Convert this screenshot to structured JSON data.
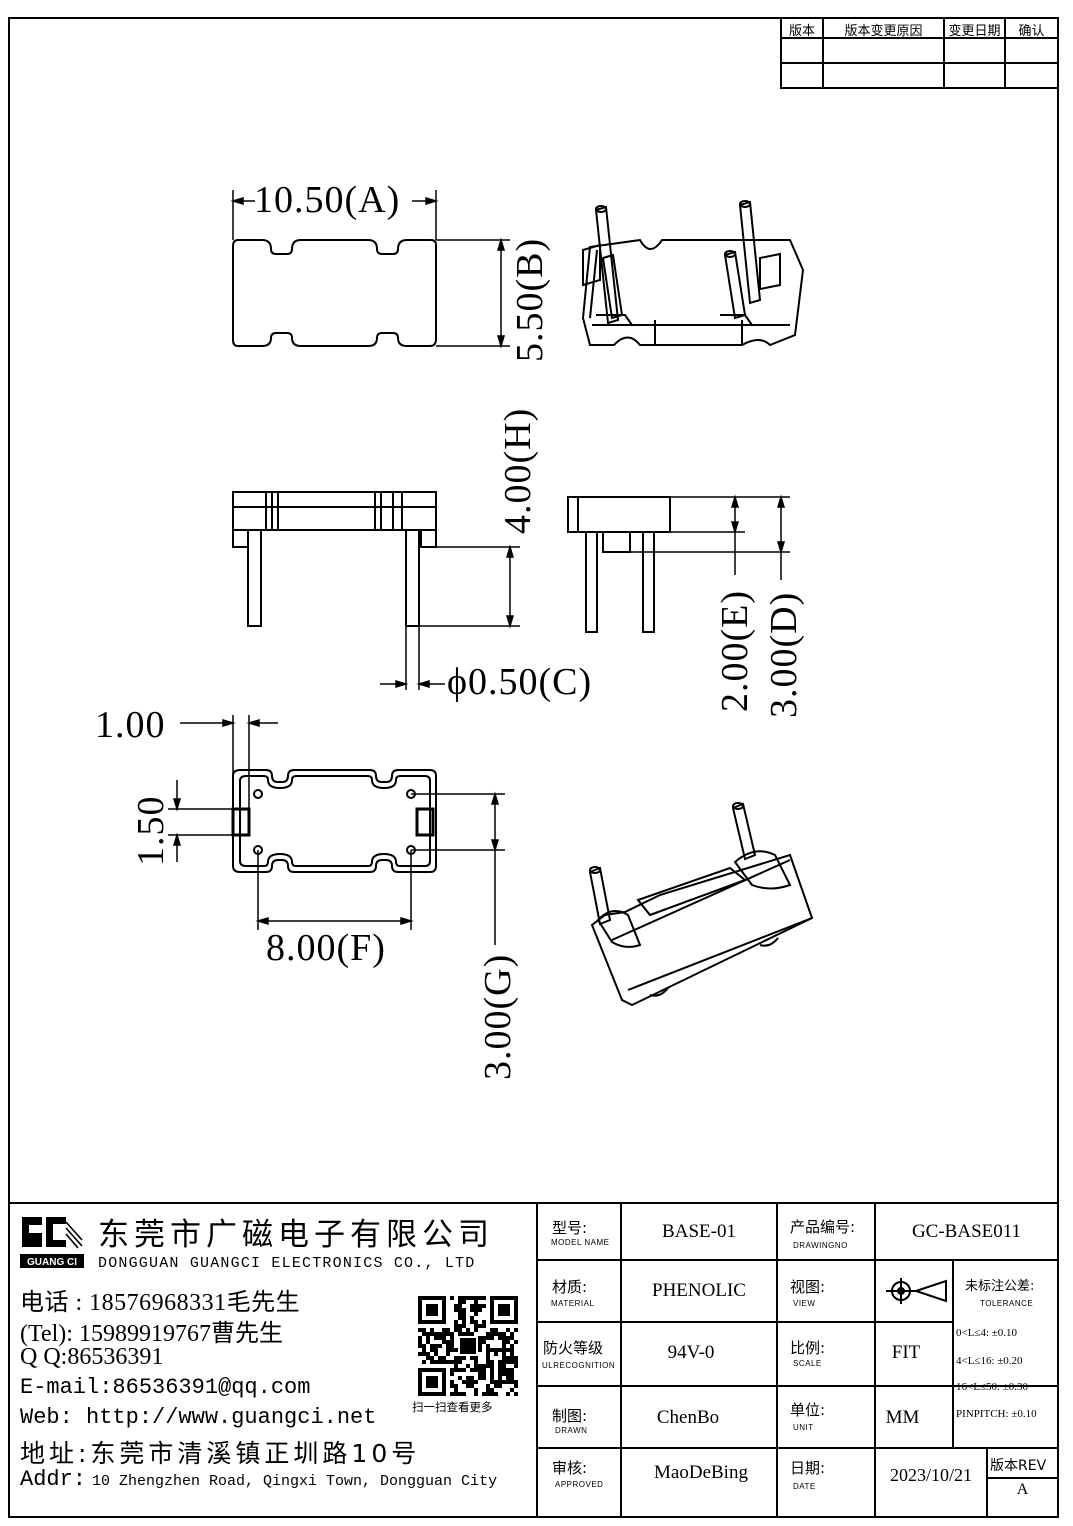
{
  "revision_table": {
    "headers": [
      "版本",
      "版本变更原因",
      "变更日期",
      "确认"
    ],
    "rows": [
      [
        "",
        "",
        "",
        ""
      ],
      [
        "",
        "",
        "",
        ""
      ]
    ]
  },
  "dimensions": {
    "a": "10.50(A)",
    "b": "5.50(B)",
    "h": "4.00(H)",
    "c": "ϕ0.50(C)",
    "e": "2.00(E)",
    "d": "3.00(D)",
    "pad_w": "1.00",
    "pad_h": "1.50",
    "f": "8.00(F)",
    "g": "3.00(G)"
  },
  "company": {
    "logo_text": "GUANG CI",
    "name_cn": "东莞市广磁电子有限公司",
    "name_en": "DONGGUAN GUANGCI ELECTRONICS CO., LTD",
    "phone": "电话 : 18576968331毛先生",
    "tel": "(Tel): 15989919767曹先生",
    "qq": "Q Q:86536391",
    "email": "E-mail:86536391@qq.com",
    "web": "Web: http://www.guangci.net",
    "address_cn": "地址:东莞市清溪镇正圳路10号",
    "address_en_label": "Addr:",
    "address_en": "10 Zhengzhen Road, Qingxi Town, Dongguan City",
    "qr_caption": "扫一扫查看更多"
  },
  "title_block": {
    "model": {
      "label": "型号:",
      "sub": "MODEL NAME",
      "value": "BASE-01"
    },
    "drawing_no": {
      "label": "产品编号:",
      "sub": "DRAWINGNO",
      "value": "GC-BASE011"
    },
    "material": {
      "label": "材质:",
      "sub": "MATERIAL",
      "value": "PHENOLIC"
    },
    "view": {
      "label": "视图:",
      "sub": "VIEW"
    },
    "tolerance": {
      "label": "未标注公差:",
      "sub": "TOLERANCE",
      "lines": [
        "0<L≤4: ±0.10",
        "4<L≤16: ±0.20",
        "16<L≤50: ±0.30",
        "PINPITCH: ±0.10"
      ]
    },
    "fire": {
      "label": "防火等级",
      "sub": "ULRECOGNITION",
      "value": "94V-0"
    },
    "scale": {
      "label": "比例:",
      "sub": "SCALE",
      "value": "FIT"
    },
    "drawn": {
      "label": "制图:",
      "sub": "DRAWN",
      "value": "ChenBo"
    },
    "unit": {
      "label": "单位:",
      "sub": "UNIT",
      "value": "MM"
    },
    "approved": {
      "label": "审核:",
      "sub": "APPROVED",
      "value": "MaoDeBing"
    },
    "date": {
      "label": "日期:",
      "sub": "DATE",
      "value": "2023/10/21"
    },
    "rev": {
      "label": "版本REV",
      "value": "A"
    }
  }
}
